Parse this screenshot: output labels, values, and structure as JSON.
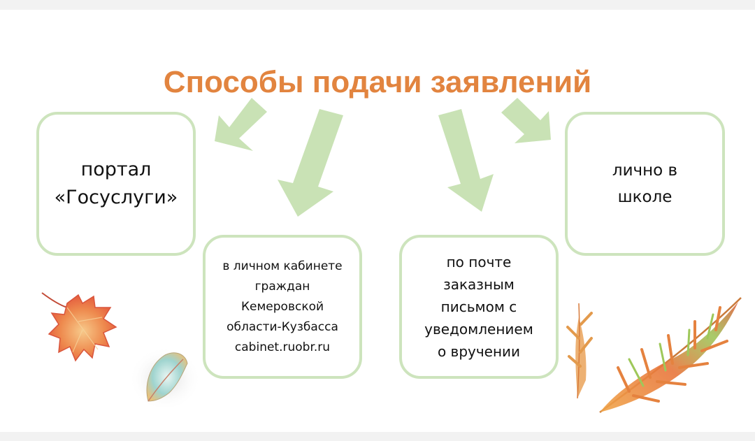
{
  "slide": {
    "title": "Способы подачи заявлений",
    "boxes": [
      {
        "text": "портал\n«Госуслуги»"
      },
      {
        "text": "в личном кабинете\nграждан\nКемеровской\nобласти-Кузбасса\ncabinet.ruobr.ru"
      },
      {
        "text": "по почте\nзаказным\nписьмом с\nуведомлением\nо вручении"
      },
      {
        "text": "лично в\nшколе"
      }
    ]
  },
  "colors": {
    "title": "#e2843f",
    "arrow": "#c9e2b5",
    "box_border": "#cde4bd"
  },
  "icons": {
    "arrows": [
      "arrow-down-left-icon",
      "arrow-down-icon",
      "arrow-down-icon",
      "arrow-down-right-icon"
    ],
    "leaves": [
      "red-leaf-icon",
      "blue-leaf-icon",
      "autumn-branch-icon"
    ]
  }
}
